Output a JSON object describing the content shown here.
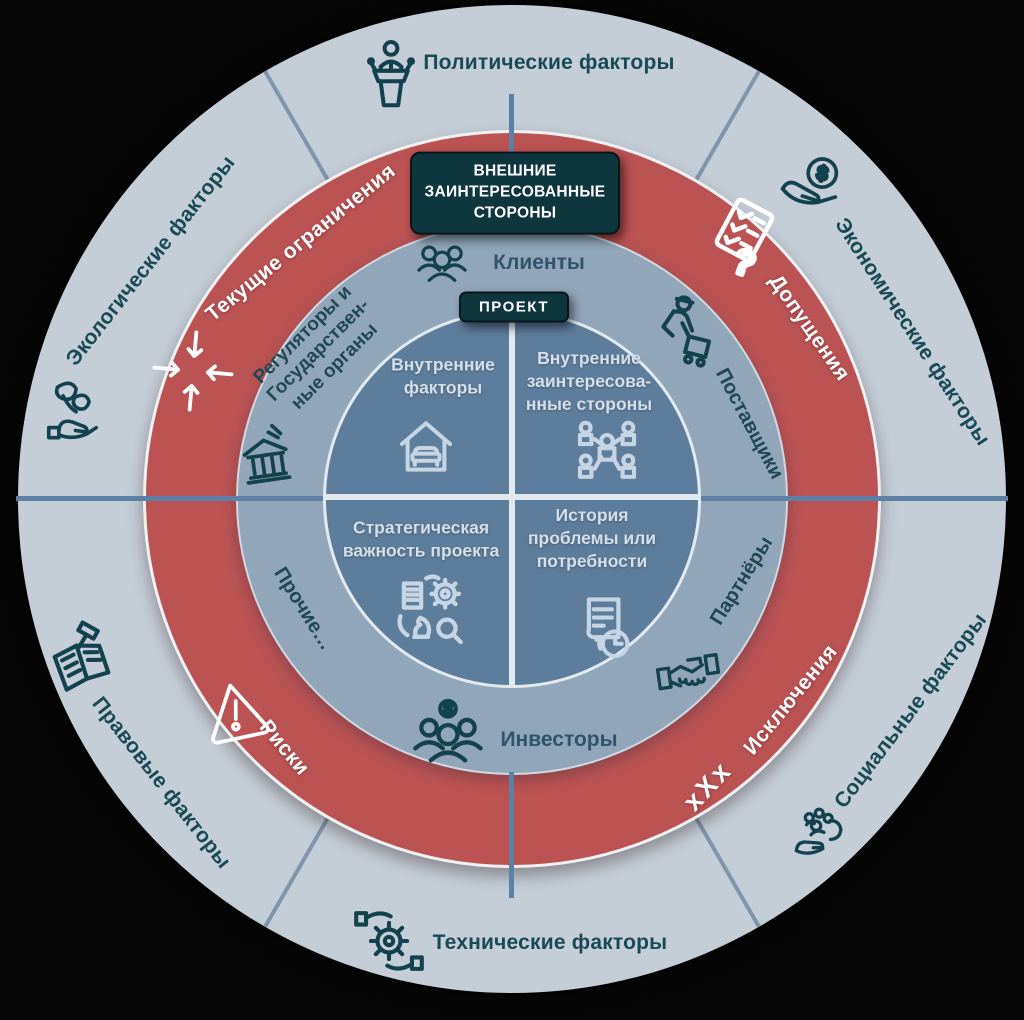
{
  "outer_ring": {
    "sectors": [
      {
        "label": "Политические факторы",
        "icon": "podium-speaker"
      },
      {
        "label": "Экономические факторы",
        "icon": "hand-dollar"
      },
      {
        "label": "Социальные факторы",
        "icon": "community-in-hands"
      },
      {
        "label": "Технические факторы",
        "icon": "gear-in-hands"
      },
      {
        "label": "Правовые факторы",
        "icon": "law-book-gavel"
      },
      {
        "label": "Экологические факторы",
        "icon": "hand-leaves"
      }
    ]
  },
  "constraints_ring": {
    "segments": [
      {
        "label": "Текущие ограничения",
        "icon": "converging-arrows"
      },
      {
        "label": "Допущения",
        "icon": "assumption-checklist"
      },
      {
        "label": "Исключения",
        "icon_text": "xXx"
      },
      {
        "label": "Риски",
        "icon": "warning-triangle"
      }
    ]
  },
  "stakeholders_ring": {
    "badge": {
      "lines": [
        "ВНЕШНИЕ",
        "ЗАИНТЕРЕСОВАННЫЕ",
        "СТОРОНЫ"
      ]
    },
    "items": [
      {
        "label": "Клиенты",
        "icon": "clients-group"
      },
      {
        "label": "Поставщики",
        "icon": "supplier-cart"
      },
      {
        "label": "Партнёры",
        "icon": "handshake"
      },
      {
        "label": "Инвесторы",
        "icon": "investors-group"
      },
      {
        "label": "Прочие…"
      },
      {
        "lines": [
          "Регуляторы и",
          "Государствен-",
          "ные органы"
        ],
        "icon": "government-building"
      }
    ]
  },
  "project_core": {
    "badge": "ПРОЕКТ",
    "quadrants": [
      {
        "lines": [
          "Внутренние",
          "факторы"
        ],
        "icon": "house-interior"
      },
      {
        "lines": [
          "Внутренние",
          "заинтересова-",
          "нные стороны"
        ],
        "icon": "people-network"
      },
      {
        "lines": [
          "Стратегическая",
          "важность проекта"
        ],
        "icon": "strategy-cycle"
      },
      {
        "lines": [
          "История",
          "проблемы или",
          "потребности"
        ],
        "icon": "document-history"
      }
    ]
  },
  "colors": {
    "background": "#050505",
    "outer_ring": "#c5ced7",
    "constraints_ring": "#bc5353",
    "stakeholders_ring": "#92a6ba",
    "core_quadrants": "#5d7d9c",
    "badge": "#0d363d",
    "dark_teal_text": "#174a55",
    "white_text": "#ffffff",
    "divider_blue": "#5c80a6"
  }
}
